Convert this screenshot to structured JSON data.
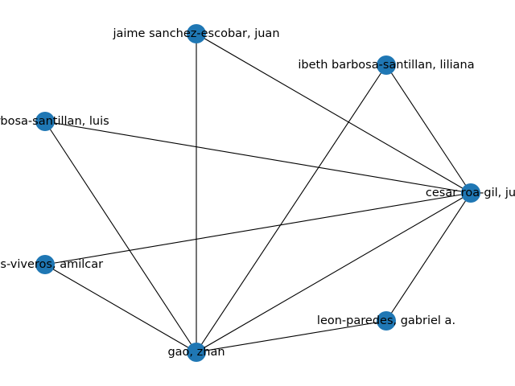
{
  "graph": {
    "node_color": "#1f77b4",
    "edge_color": "#000000",
    "nodes": [
      {
        "id": "jaime",
        "label": "jaime sanchez-escobar, juan"
      },
      {
        "id": "ibeth",
        "label": "ibeth barbosa-santillan, liliana"
      },
      {
        "id": "luis",
        "label": "barbosa-santillan, luis"
      },
      {
        "id": "cesar",
        "label": "cesar roa-gil, ju"
      },
      {
        "id": "amilcar",
        "label": "ses-viveros, amilcar"
      },
      {
        "id": "leon",
        "label": "leon-paredes, gabriel a."
      },
      {
        "id": "gao",
        "label": "gao, zhan"
      }
    ],
    "edges": [
      [
        "jaime",
        "cesar"
      ],
      [
        "jaime",
        "gao"
      ],
      [
        "ibeth",
        "cesar"
      ],
      [
        "ibeth",
        "gao"
      ],
      [
        "luis",
        "cesar"
      ],
      [
        "luis",
        "gao"
      ],
      [
        "amilcar",
        "cesar"
      ],
      [
        "amilcar",
        "gao"
      ],
      [
        "cesar",
        "gao"
      ],
      [
        "cesar",
        "leon"
      ],
      [
        "leon",
        "gao"
      ]
    ]
  }
}
